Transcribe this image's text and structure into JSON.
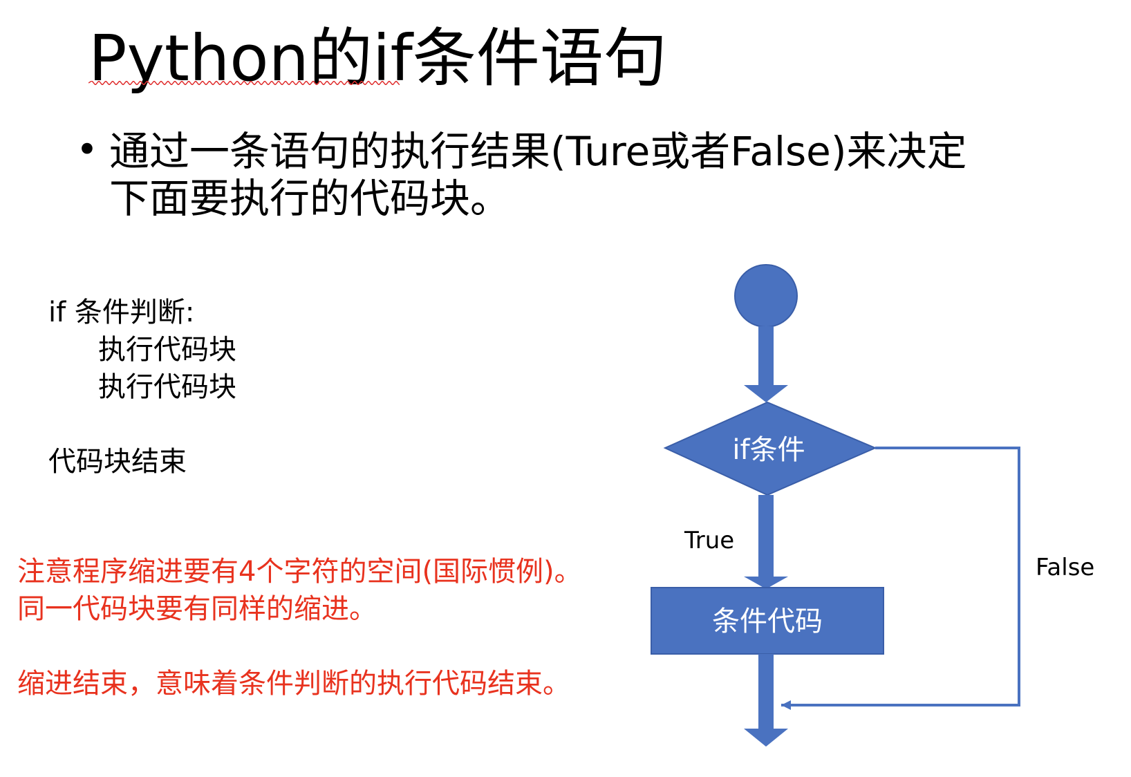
{
  "title": "Python的if条件语句",
  "bullet": {
    "line1": "通过一条语句的执行结果(Ture或者False)来决定",
    "line2": "下面要执行的代码块。"
  },
  "code": {
    "line1": "if 条件判断:",
    "line2": "执行代码块",
    "line3": "执行代码块",
    "line4": "代码块结束"
  },
  "notes": {
    "line1": "注意程序缩进要有4个字符的空间(国际惯例)。",
    "line2": "同一代码块要有同样的缩进。",
    "line3": "缩进结束，意味着条件判断的执行代码结束。"
  },
  "flowchart": {
    "decision_label": "if条件",
    "process_label": "条件代码",
    "true_label": "True",
    "false_label": "False"
  },
  "colors": {
    "shape_fill": "#4a72c0",
    "shape_stroke": "#3a5ea8",
    "note_text": "#e8321e",
    "squiggle": "#e03030"
  }
}
